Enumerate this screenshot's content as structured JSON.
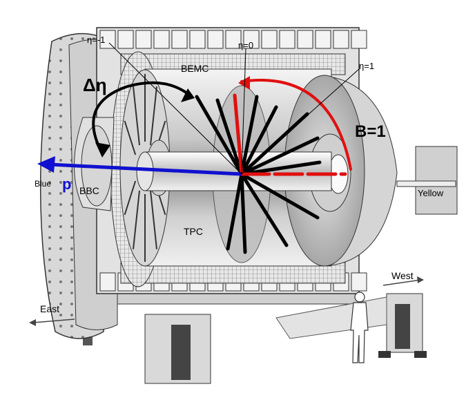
{
  "labels": {
    "eta_minus": "η=-1",
    "eta_zero": "η=0",
    "eta_plus": "η=1",
    "bemc": "BEMC",
    "delta_eta": "Δη",
    "b_field": "B=1",
    "bbc": "BBC",
    "tpc": "TPC",
    "blue": "Blue",
    "proton": "p",
    "yellow": "Yellow",
    "west": "West",
    "east": "East"
  },
  "colors": {
    "proton_beam": "#1010d0",
    "red_track": "#e01010",
    "tracks": "#000000",
    "detector_gray": "#b8b8b8",
    "detector_dark": "#5a5a5a"
  },
  "icons": {
    "person": "standing-person-silhouette",
    "west_arrow": "arrow-right",
    "east_arrow": "arrow-left"
  }
}
